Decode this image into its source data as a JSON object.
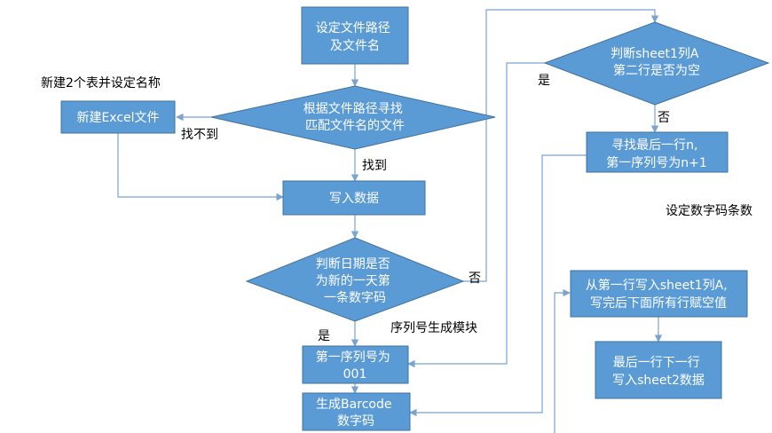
{
  "nodes": {
    "set_path": {
      "lines": [
        "设定文件路径",
        "及文件名"
      ]
    },
    "find_file": {
      "lines": [
        "根据文件路径寻找",
        "匹配文件名的文件"
      ]
    },
    "new_excel": {
      "lines": [
        "新建Excel文件"
      ]
    },
    "write_data": {
      "lines": [
        "写入数据"
      ]
    },
    "check_date": {
      "lines": [
        "判断日期是否",
        "为新的一天第",
        "一条数字码"
      ]
    },
    "first_serial": {
      "lines": [
        "第一序列号为",
        "001"
      ]
    },
    "gen_barcode": {
      "lines": [
        "生成Barcode",
        "数字码"
      ]
    },
    "check_sheet": {
      "lines": [
        "判断sheet1列A",
        "第二行是否为空"
      ]
    },
    "find_last": {
      "lines": [
        "寻找最后一行n,",
        "第一序列号为n+1"
      ]
    },
    "write_from_first": {
      "lines": [
        "从第一行写入sheet1列A,",
        "写完后下面所有行赋空值"
      ]
    },
    "write_sheet2": {
      "lines": [
        "最后一行下一行",
        "写入sheet2数据"
      ]
    }
  },
  "labels": {
    "create_two_sheets": "新建2个表并设定名称",
    "not_found": "找不到",
    "found": "找到",
    "no_date": "否",
    "yes_date": "是",
    "serial_module": "序列号生成模块",
    "yes_sheet": "是",
    "no_sheet": "否",
    "set_count": "设定数字码条数"
  },
  "colors": {
    "node_fill": "#5b9bd5",
    "node_border": "#41719c",
    "connector": "#7aa3cf",
    "node_text": "#ffffff",
    "label_text": "#000000"
  }
}
